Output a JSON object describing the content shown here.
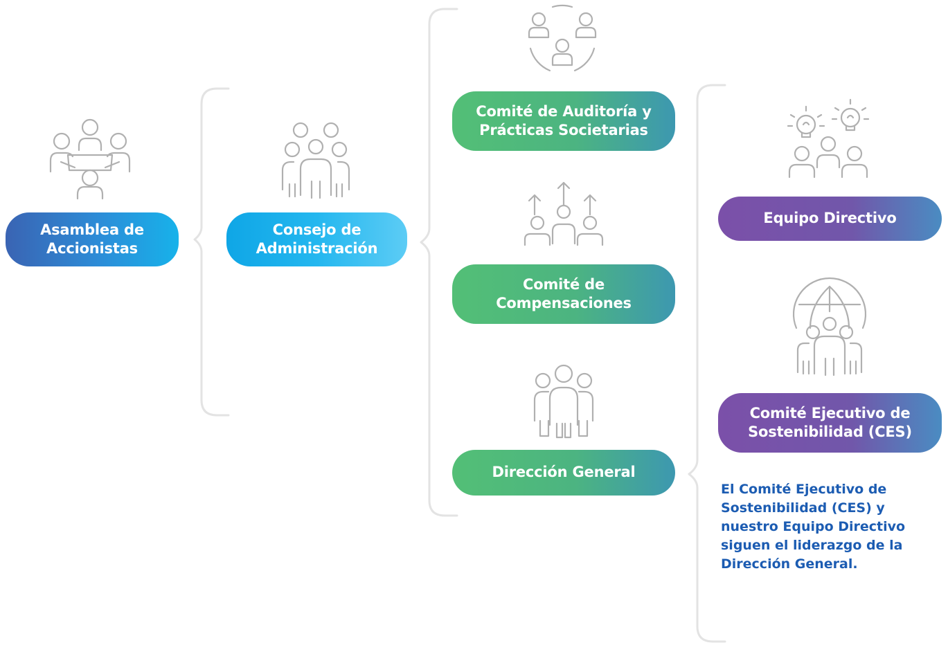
{
  "nodes": {
    "asamblea": "Asamblea de\nAccionistas",
    "consejo": "Consejo de\nAdministración",
    "auditoria": "Comité de Auditoría y\nPrácticas Societarias",
    "compensaciones": "Comité de\nCompensaciones",
    "direccion": "Dirección General",
    "equipo": "Equipo Directivo",
    "ces": "Comité Ejecutivo de\nSostenibilidad (CES)"
  },
  "note": "El Comité Ejecutivo de Sostenibilidad (CES) y nuestro Equipo Directivo siguen el liderazgo de la Dirección General.",
  "icons": {
    "asamblea": "meeting-table-people-icon",
    "consejo": "board-group-icon",
    "auditoria": "circle-of-people-icon",
    "compensaciones": "people-arrows-up-icon",
    "direccion": "leadership-group-icon",
    "equipo": "people-ideas-lightbulb-icon",
    "ces": "globe-people-icon"
  },
  "colors": {
    "blue_start": "#3a64b3",
    "blue_end": "#17b2ea",
    "light_blue_start": "#0fa6e6",
    "light_blue_end": "#5cccf5",
    "green_start": "#53bf76",
    "green_end": "#3d98b0",
    "purple_start": "#7b50a9",
    "purple_end": "#4a8cc2",
    "note_text": "#1c5cb2",
    "icon_stroke": "#b0b0b0",
    "bracket": "#e3e3e3"
  }
}
